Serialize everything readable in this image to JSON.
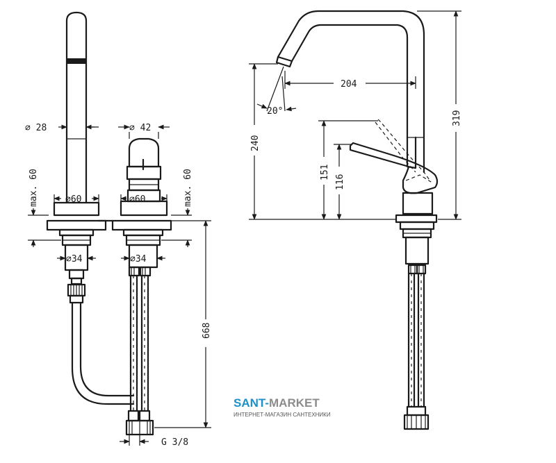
{
  "dimensions": {
    "d28": "∅ 28",
    "d42": "∅ 42",
    "d60_left": "∅60",
    "d60_mid": "∅60",
    "max60_left": "max. 60",
    "max60_mid": "max. 60",
    "d34_left": "∅34",
    "d34_mid": "∅34",
    "len668": "668",
    "g38": "G 3/8",
    "w204": "204",
    "h319": "319",
    "h240": "240",
    "h151": "151",
    "h116": "116",
    "ang20": "20°"
  },
  "watermark": {
    "brand_part1": "SANT-",
    "brand_part2": "MARKET",
    "tagline": "ИНТЕРНЕТ-МАГАЗИН САНТЕХНИКИ",
    "color_primary": "#1e8fc9",
    "color_secondary": "#8c8c8c"
  },
  "colors": {
    "line": "#1a1a1a",
    "background": "#ffffff"
  }
}
